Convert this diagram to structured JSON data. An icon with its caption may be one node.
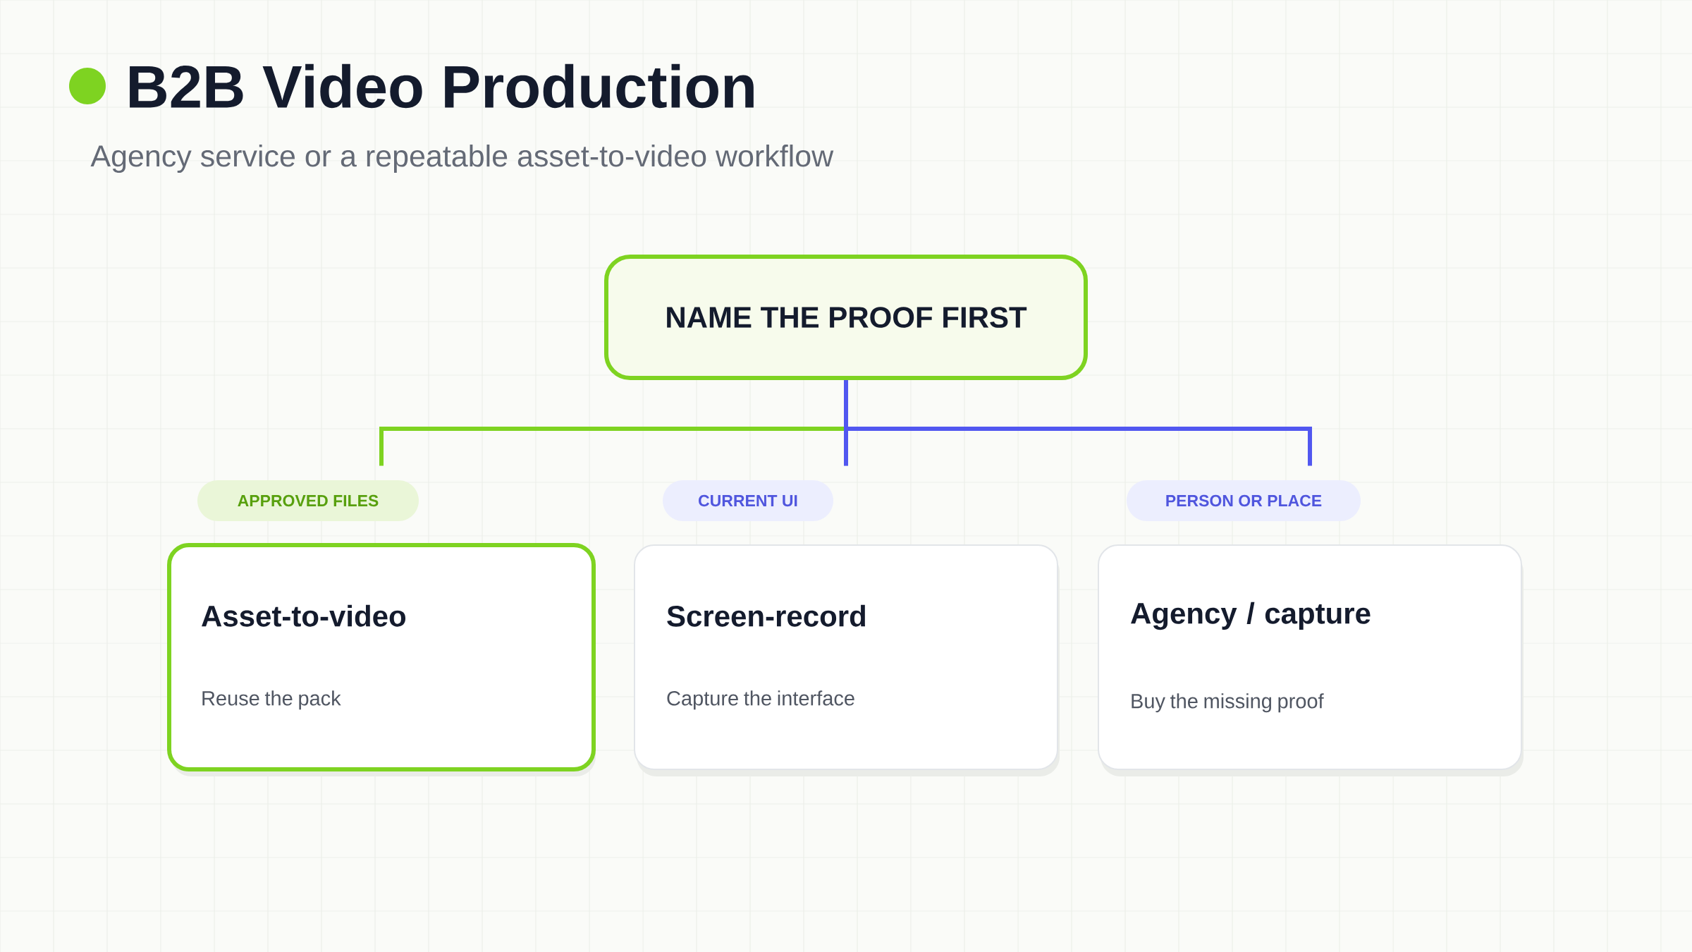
{
  "diagram": {
    "title": "B2B Video Production",
    "nodes": [
      {
        "text": [
          "NAME THE PROOF FIRST"
        ]
      },
      {
        "text": [
          "APPROVED FILES"
        ]
      },
      {
        "text": [
          "CURRENT UI"
        ]
      },
      {
        "text": [
          "PERSON OR PLACE"
        ]
      },
      {
        "text": [
          "Asset-to-video",
          "Reuse the pack"
        ]
      },
      {
        "text": [
          "Screen-record",
          "Capture the interface"
        ]
      },
      {
        "text": [
          "Agency / capture",
          "Buy the missing proof"
        ]
      }
    ],
    "edges": [
      {
        "from": 0,
        "to": 1,
        "arrow": "none",
        "color": "#7ed321"
      },
      {
        "from": 0,
        "to": 2,
        "arrow": "none"
      },
      {
        "from": 0,
        "to": 3,
        "arrow": "none"
      }
    ],
    "labels": [
      "Agency service or a repeatable asset-to-video workflow"
    ]
  }
}
